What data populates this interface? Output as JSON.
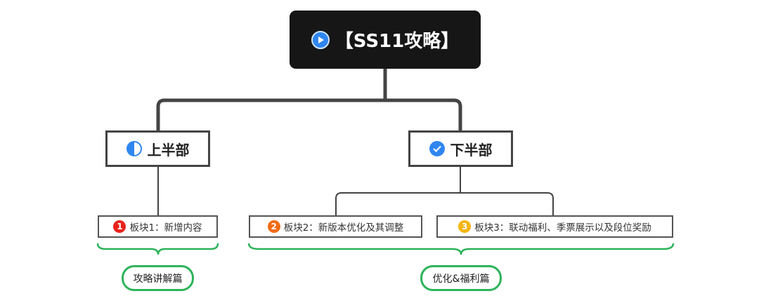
{
  "root": {
    "title": "【SS11攻略】",
    "icon": "play-icon"
  },
  "branches": [
    {
      "label": "上半部",
      "icon": "half-circle-icon"
    },
    {
      "label": "下半部",
      "icon": "check-circle-icon"
    }
  ],
  "leaves": [
    {
      "number": "1",
      "label": "板块1：新增内容",
      "color": "#e8231b"
    },
    {
      "number": "2",
      "label": "板块2：新版本优化及其调整",
      "color": "#f26b12"
    },
    {
      "number": "3",
      "label": "板块3：联动福利、季票展示以及段位奖励",
      "color": "#f5b511"
    }
  ],
  "summaries": [
    {
      "label": "攻略讲解篇"
    },
    {
      "label": "优化&福利篇"
    }
  ],
  "colors": {
    "root_bg": "#161616",
    "line": "#444444",
    "bracket": "#2db35a",
    "accent_blue": "#2f86f0"
  }
}
